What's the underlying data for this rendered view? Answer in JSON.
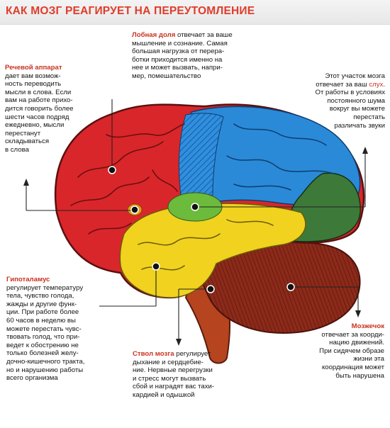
{
  "title": "КАК МОЗГ РЕАГИРУЕТ НА ПЕРЕУТОМЛЕНИЕ",
  "colors": {
    "title": "#e03c2b",
    "heading": "#c8321f",
    "frontal_lobe": "#d9262a",
    "blue_zone": "#2a8ad8",
    "yellow_zone": "#f0d21f",
    "green_zone": "#3d7a3a",
    "cerebellum": "#8c2a1a"
  },
  "speech": {
    "heading": "Речевой аппарат",
    "lines": [
      "дает вам возмож-",
      "ность переводить",
      "мысли в слова. Если",
      "вам на работе прихо-",
      "дится говорить более",
      "шести часов подряд",
      "ежедневно, мысли",
      "перестанут",
      "складываться",
      "в слова"
    ]
  },
  "frontal": {
    "heading": "Лобная доля",
    "line1_rest": " отвечает за ваше",
    "lines": [
      "мышление и сознание. Самая",
      "большая нагрузка от перера-",
      "ботки приходится именно на",
      "нее и может вызвать, напри-",
      "мер, помешательство"
    ]
  },
  "hearing": {
    "line1": "Этот участок мозга",
    "line2_pre": "отвечает за ваш ",
    "line2_hl": "слух",
    "line2_post": ".",
    "lines": [
      "От работы в условиях",
      "постоянного шума",
      "вокруг вы можете",
      "перестать",
      "различать звуки"
    ]
  },
  "hypothalamus": {
    "heading": "Гипоталамус",
    "lines": [
      "регулирует температуру",
      "тела, чувство голода,",
      "жажды и другие функ-",
      "ции. При работе более",
      "60 часов в неделю вы",
      "можете перестать чувс-",
      "твовать голод, что при-",
      "ведет к обострению не",
      "только болезней желу-",
      "дочно-кишечного тракта,",
      "но и нарушению работы",
      "всего организма"
    ]
  },
  "brainstem": {
    "heading": "Ствол мозга",
    "line1_rest": " регулирует",
    "lines": [
      "дыхание и сердцебие-",
      "ние. Нервные перегрузки",
      "и стресс могут вызвать",
      "сбой и наградят вас тахи-",
      "кардией и одышкой"
    ]
  },
  "cerebellum": {
    "heading": "Мозжечок",
    "lines": [
      "отвечает за коорди-",
      "нацию движений.",
      "При сидячем образе",
      "жизни эта",
      "координация может",
      "быть нарушена"
    ]
  }
}
